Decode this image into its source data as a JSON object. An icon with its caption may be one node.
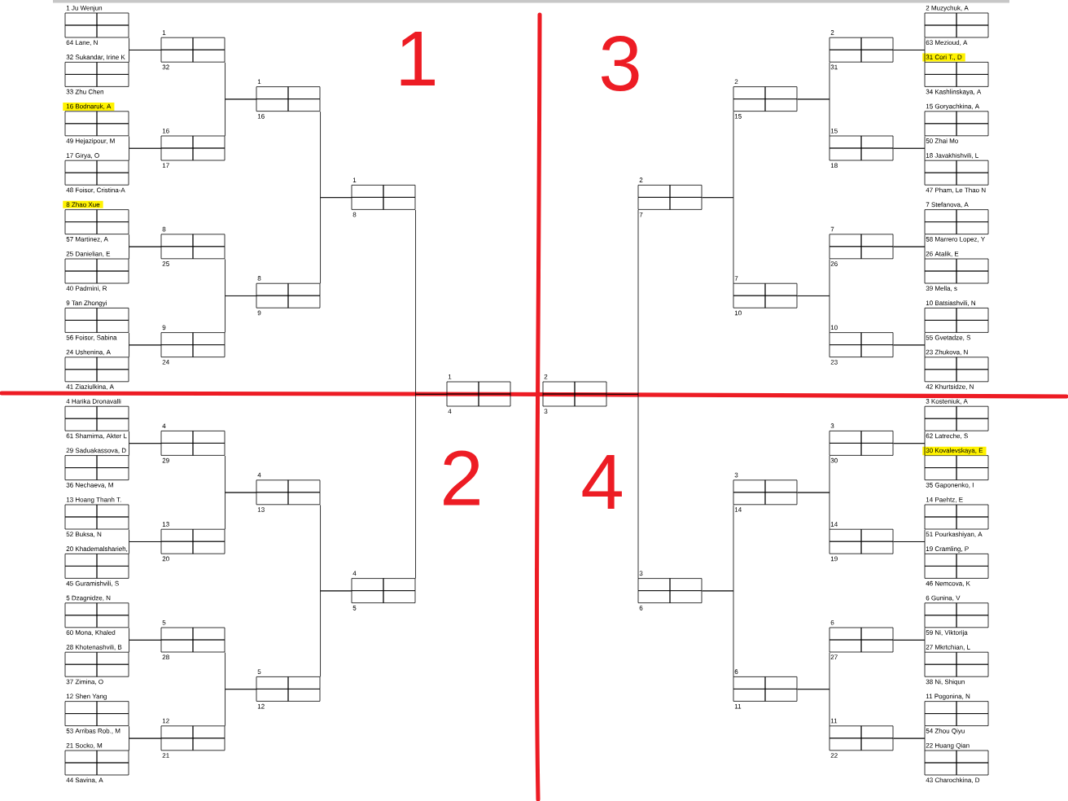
{
  "diagram": {
    "nodes": [
      {
        "text": [
          "1 Ju Wenjun",
          "64 Lane, N"
        ]
      },
      {
        "text": [
          "32 Sukandar, Irine K",
          "33 Zhu Chen"
        ]
      },
      {
        "text": [
          "16 Bodnaruk, A",
          "49 Hejazipour, M"
        ]
      },
      {
        "text": [
          "17 Girya, O",
          "48 Foisor, Cristina-A"
        ]
      },
      {
        "text": [
          "8 Zhao Xue",
          "57 Martinez, A"
        ]
      },
      {
        "text": [
          "25 Danielian, E",
          "40 Padmini, R"
        ]
      },
      {
        "text": [
          "9 Tan Zhongyi",
          "56 Foisor, Sabina"
        ]
      },
      {
        "text": [
          "24 Ushenina, A",
          "41 Ziaziulkina, A"
        ]
      },
      {
        "text": [
          "4 Harika Dronavalli",
          "61 Shamima, Akter L"
        ]
      },
      {
        "text": [
          "29 Saduakassova, D",
          "36 Nechaeva, M"
        ]
      },
      {
        "text": [
          "13 Hoang Thanh T.",
          "52 Buksa, N"
        ]
      },
      {
        "text": [
          "20 Khademalsharieh,",
          "45 Guramishvili, S"
        ]
      },
      {
        "text": [
          "5 Dzagnidze, N",
          "60 Mona, Khaled"
        ]
      },
      {
        "text": [
          "28 Khotenashvili, B",
          "37 Zimina, O"
        ]
      },
      {
        "text": [
          "12 Shen Yang",
          "53 Arribas Rob., M"
        ]
      },
      {
        "text": [
          "21 Socko, M",
          "44 Savina, A"
        ]
      },
      {
        "text": [
          "1",
          "32"
        ]
      },
      {
        "text": [
          "16",
          "17"
        ]
      },
      {
        "text": [
          "8",
          "25"
        ]
      },
      {
        "text": [
          "9",
          "24"
        ]
      },
      {
        "text": [
          "4",
          "29"
        ]
      },
      {
        "text": [
          "13",
          "20"
        ]
      },
      {
        "text": [
          "5",
          "28"
        ]
      },
      {
        "text": [
          "12",
          "21"
        ]
      },
      {
        "text": [
          "1",
          "16"
        ]
      },
      {
        "text": [
          "8",
          "9"
        ]
      },
      {
        "text": [
          "4",
          "13"
        ]
      },
      {
        "text": [
          "5",
          "12"
        ]
      },
      {
        "text": [
          "1",
          "8"
        ]
      },
      {
        "text": [
          "4",
          "5"
        ]
      },
      {
        "text": [
          "1",
          "4"
        ]
      },
      {
        "text": [
          "2",
          "3"
        ]
      },
      {
        "text": [
          "2",
          "7"
        ]
      },
      {
        "text": [
          "3",
          "6"
        ]
      },
      {
        "text": [
          "2",
          "15"
        ]
      },
      {
        "text": [
          "7",
          "10"
        ]
      },
      {
        "text": [
          "3",
          "14"
        ]
      },
      {
        "text": [
          "6",
          "11"
        ]
      },
      {
        "text": [
          "2",
          "31"
        ]
      },
      {
        "text": [
          "15",
          "18"
        ]
      },
      {
        "text": [
          "7",
          "26"
        ]
      },
      {
        "text": [
          "10",
          "23"
        ]
      },
      {
        "text": [
          "3",
          "30"
        ]
      },
      {
        "text": [
          "14",
          "19"
        ]
      },
      {
        "text": [
          "6",
          "27"
        ]
      },
      {
        "text": [
          "11",
          "22"
        ]
      },
      {
        "text": [
          "2 Muzychuk, A",
          "63 Mezioud, A"
        ]
      },
      {
        "text": [
          "31 Cori T., D",
          "34 Kashlinskaya, A"
        ]
      },
      {
        "text": [
          "15 Goryachkina, A",
          "50 Zhai Mo"
        ]
      },
      {
        "text": [
          "18 Javakhishvili, L",
          "47 Pham, Le Thao N"
        ]
      },
      {
        "text": [
          "7 Stefanova, A",
          "58 Marrero Lopez, Y"
        ]
      },
      {
        "text": [
          "26 Atalik, E",
          "39 Mella, s"
        ]
      },
      {
        "text": [
          "10 Batsiashvili, N",
          "55 Gvetadze, S"
        ]
      },
      {
        "text": [
          "23 Zhukova, N",
          "42 Khurtsidze, N"
        ]
      },
      {
        "text": [
          "3 Kosteniuk, A",
          "62 Latreche, S"
        ]
      },
      {
        "text": [
          "30 Kovalevskaya, E",
          "35 Gaponenko, I"
        ]
      },
      {
        "text": [
          "14 Paehtz, E",
          "51 Pourkashiyan, A"
        ]
      },
      {
        "text": [
          "19 Cramling, P",
          "46 Nemcova, K"
        ]
      },
      {
        "text": [
          "6 Gunina, V",
          "59 Ni, Viktorija"
        ]
      },
      {
        "text": [
          "27 Mkrtchian, L",
          "38 Ni, Shiqun"
        ]
      },
      {
        "text": [
          "11 Pogonina, N",
          "54 Zhou Qiyu"
        ]
      },
      {
        "text": [
          "22 Huang Qian",
          "43 Charochkina, D"
        ]
      }
    ],
    "edges": [
      {
        "from": 0,
        "to": 16,
        "arrow": "none"
      },
      {
        "from": 1,
        "to": 16,
        "arrow": "none"
      },
      {
        "from": 2,
        "to": 17,
        "arrow": "none"
      },
      {
        "from": 3,
        "to": 17,
        "arrow": "none"
      },
      {
        "from": 4,
        "to": 18,
        "arrow": "none"
      },
      {
        "from": 5,
        "to": 18,
        "arrow": "none"
      },
      {
        "from": 6,
        "to": 19,
        "arrow": "none"
      },
      {
        "from": 7,
        "to": 19,
        "arrow": "none"
      },
      {
        "from": 8,
        "to": 20,
        "arrow": "none"
      },
      {
        "from": 9,
        "to": 20,
        "arrow": "none"
      },
      {
        "from": 10,
        "to": 21,
        "arrow": "none"
      },
      {
        "from": 11,
        "to": 21,
        "arrow": "none"
      },
      {
        "from": 12,
        "to": 22,
        "arrow": "none"
      },
      {
        "from": 13,
        "to": 22,
        "arrow": "none"
      },
      {
        "from": 14,
        "to": 23,
        "arrow": "none"
      },
      {
        "from": 15,
        "to": 23,
        "arrow": "none"
      },
      {
        "from": 16,
        "to": 24,
        "arrow": "none"
      },
      {
        "from": 17,
        "to": 24,
        "arrow": "none"
      },
      {
        "from": 18,
        "to": 25,
        "arrow": "none"
      },
      {
        "from": 19,
        "to": 25,
        "arrow": "none"
      },
      {
        "from": 20,
        "to": 26,
        "arrow": "none"
      },
      {
        "from": 21,
        "to": 26,
        "arrow": "none"
      },
      {
        "from": 22,
        "to": 27,
        "arrow": "none"
      },
      {
        "from": 23,
        "to": 27,
        "arrow": "none"
      },
      {
        "from": 24,
        "to": 28,
        "arrow": "none"
      },
      {
        "from": 25,
        "to": 28,
        "arrow": "none"
      },
      {
        "from": 26,
        "to": 29,
        "arrow": "none"
      },
      {
        "from": 27,
        "to": 29,
        "arrow": "none"
      },
      {
        "from": 28,
        "to": 30,
        "arrow": "none"
      },
      {
        "from": 29,
        "to": 30,
        "arrow": "none"
      },
      {
        "from": 32,
        "to": 31,
        "arrow": "none"
      },
      {
        "from": 33,
        "to": 31,
        "arrow": "none"
      },
      {
        "from": 34,
        "to": 32,
        "arrow": "none"
      },
      {
        "from": 35,
        "to": 32,
        "arrow": "none"
      },
      {
        "from": 36,
        "to": 33,
        "arrow": "none"
      },
      {
        "from": 37,
        "to": 33,
        "arrow": "none"
      },
      {
        "from": 38,
        "to": 34,
        "arrow": "none"
      },
      {
        "from": 39,
        "to": 34,
        "arrow": "none"
      },
      {
        "from": 40,
        "to": 35,
        "arrow": "none"
      },
      {
        "from": 41,
        "to": 35,
        "arrow": "none"
      },
      {
        "from": 42,
        "to": 36,
        "arrow": "none"
      },
      {
        "from": 43,
        "to": 36,
        "arrow": "none"
      },
      {
        "from": 44,
        "to": 37,
        "arrow": "none"
      },
      {
        "from": 45,
        "to": 37,
        "arrow": "none"
      },
      {
        "from": 46,
        "to": 38,
        "arrow": "none"
      },
      {
        "from": 47,
        "to": 38,
        "arrow": "none"
      },
      {
        "from": 48,
        "to": 39,
        "arrow": "none"
      },
      {
        "from": 49,
        "to": 39,
        "arrow": "none"
      },
      {
        "from": 50,
        "to": 40,
        "arrow": "none"
      },
      {
        "from": 51,
        "to": 40,
        "arrow": "none"
      },
      {
        "from": 52,
        "to": 41,
        "arrow": "none"
      },
      {
        "from": 53,
        "to": 41,
        "arrow": "none"
      },
      {
        "from": 54,
        "to": 42,
        "arrow": "none"
      },
      {
        "from": 55,
        "to": 42,
        "arrow": "none"
      },
      {
        "from": 56,
        "to": 43,
        "arrow": "none"
      },
      {
        "from": 57,
        "to": 43,
        "arrow": "none"
      },
      {
        "from": 58,
        "to": 44,
        "arrow": "none"
      },
      {
        "from": 59,
        "to": 44,
        "arrow": "none"
      },
      {
        "from": 60,
        "to": 45,
        "arrow": "none"
      },
      {
        "from": 61,
        "to": 45,
        "arrow": "none"
      }
    ],
    "labels": [
      "1",
      "3",
      "2",
      "4"
    ]
  }
}
